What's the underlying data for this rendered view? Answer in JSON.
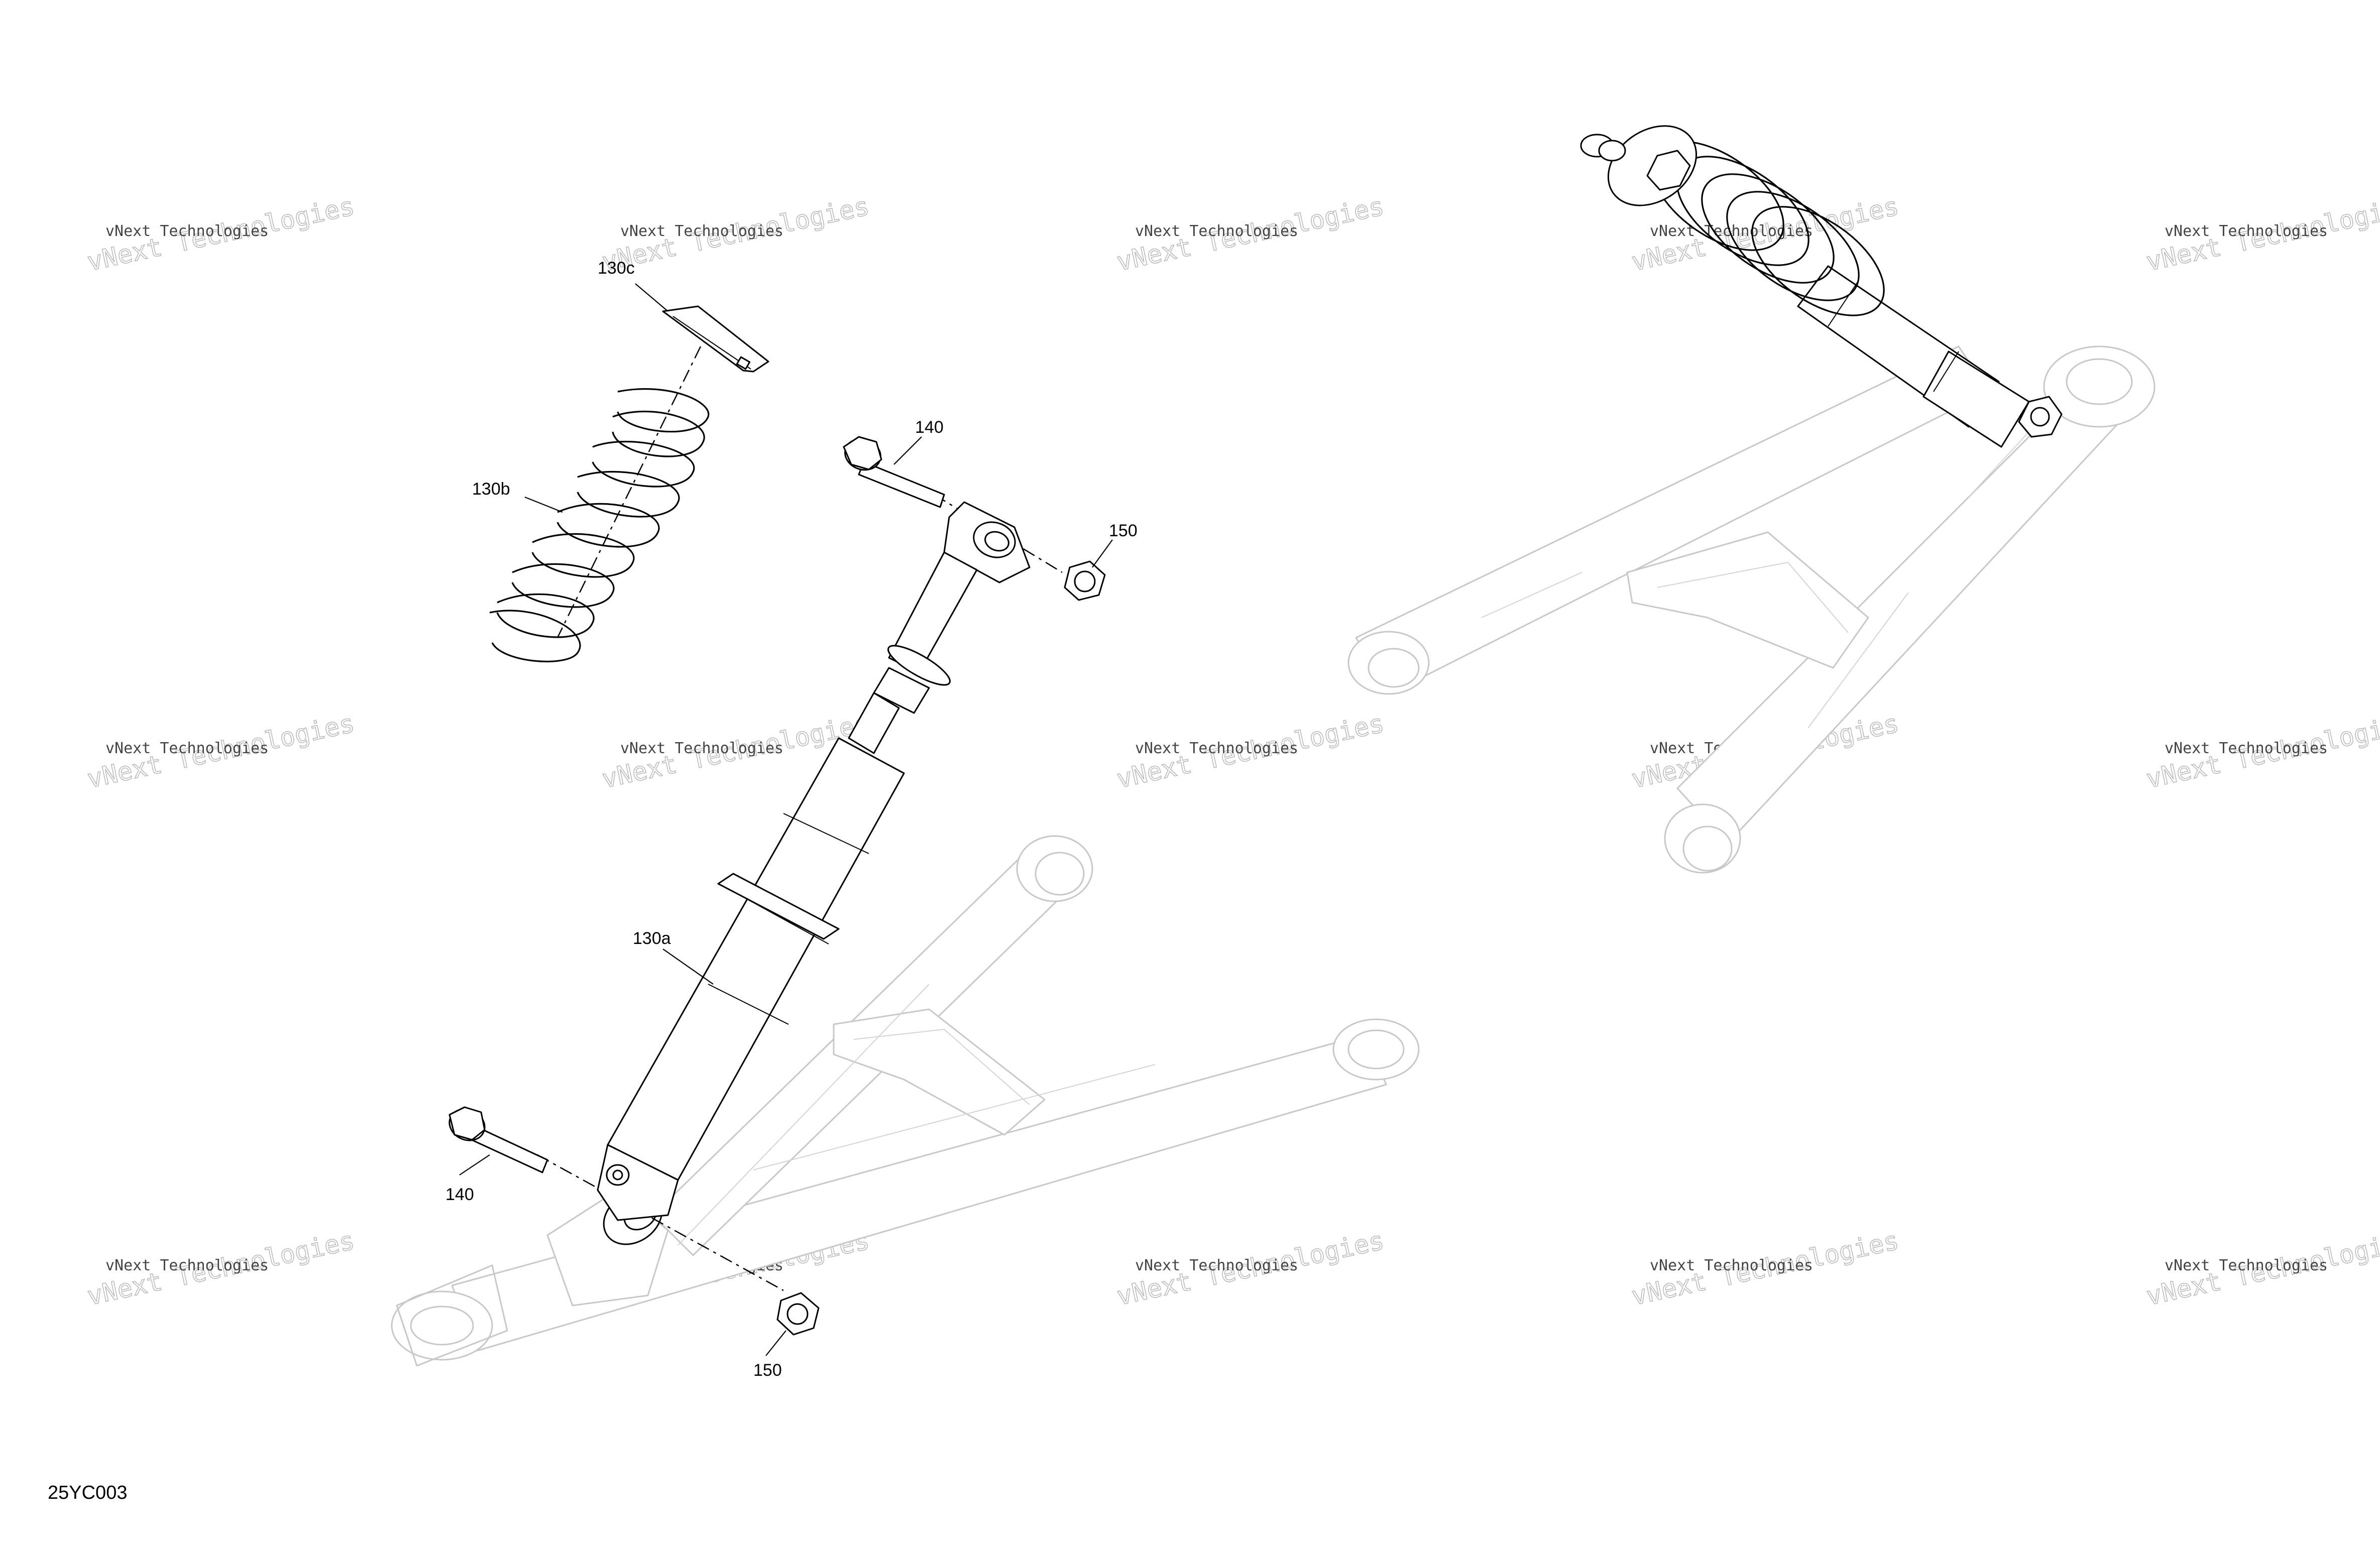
{
  "figure_id": "25YC003",
  "callouts": {
    "shock_assembly": "130a",
    "spring": "130b",
    "spring_retainer": "130c",
    "upper_bolt": "140",
    "lower_bolt": "140",
    "upper_nut": "150",
    "lower_nut": "150"
  },
  "watermark": {
    "line1": "vNext Technologies",
    "line2": "vNext Technologies"
  },
  "colors": {
    "part_outline": "#000000",
    "context_outline": "#c8c8c8",
    "background": "#ffffff"
  }
}
